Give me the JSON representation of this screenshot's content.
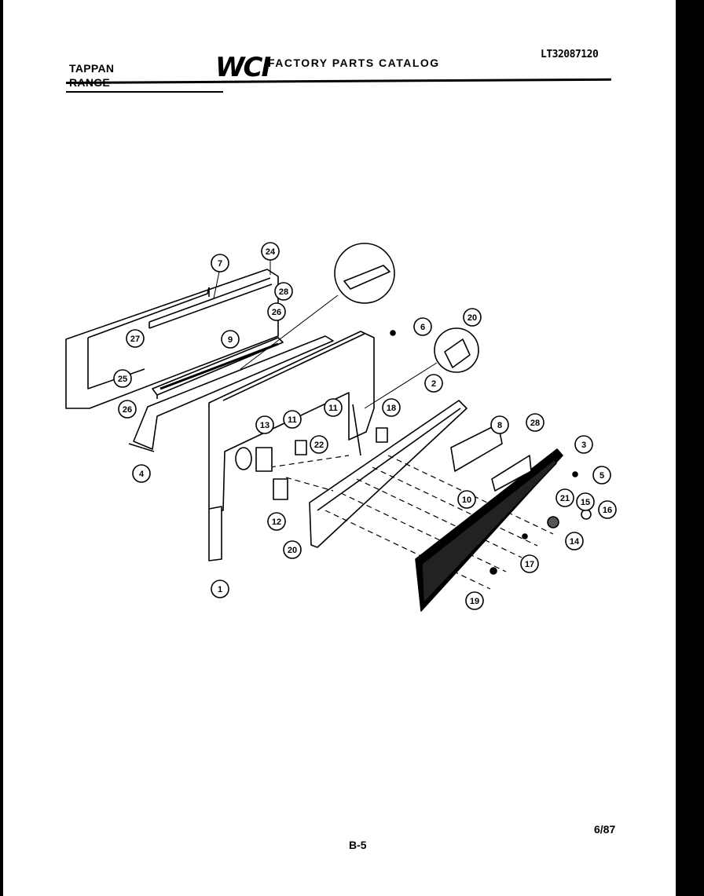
{
  "header": {
    "brand_line1": "TAPPAN",
    "brand_line2": "RANGE",
    "logo": "WCI",
    "title": "FACTORY PARTS CATALOG",
    "model": "LT32087120"
  },
  "footer": {
    "page": "B-5",
    "date": "6/87"
  },
  "diagram": {
    "callouts": [
      "7",
      "24",
      "28",
      "26",
      "25",
      "27",
      "9",
      "26",
      "25",
      "4",
      "6",
      "20",
      "2",
      "13",
      "11",
      "18",
      "11",
      "22",
      "8",
      "28",
      "3",
      "5",
      "21",
      "15",
      "16",
      "10",
      "12",
      "20",
      "14",
      "17",
      "19",
      "1"
    ]
  }
}
